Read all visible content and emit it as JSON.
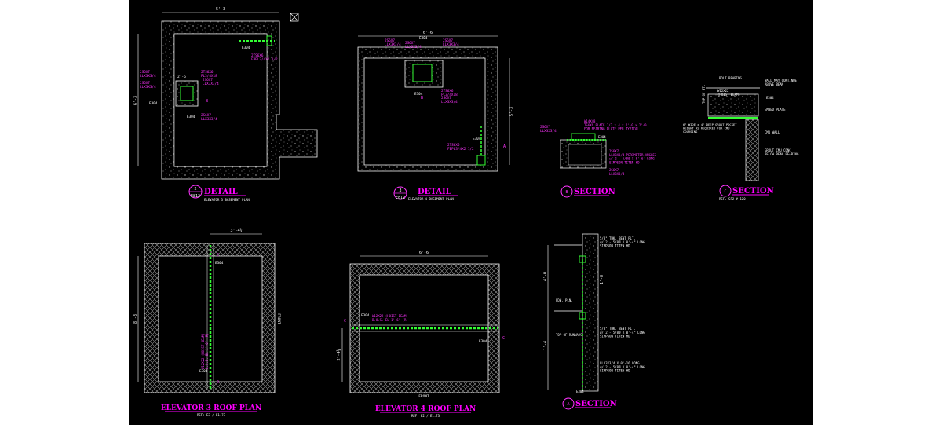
{
  "colors": {
    "background": "#000000",
    "wall": "#9a9a9a",
    "outline": "#ffffff",
    "title": "#ff00ff",
    "callout": "#ff33ff",
    "steel": "#33ff33",
    "note": "#ffffff"
  },
  "details": {
    "d2": {
      "number": "2",
      "sheet": "E812",
      "title": "DETAIL",
      "subtitle": "ELEVATOR 3 BASEMENT PLAN",
      "dim_top": "5'-3",
      "dim_left": "6'-3",
      "dim_inner": "2'-6",
      "callouts": {
        "a": "2S6X7\nLLX3X3/4",
        "b": "2S6X7\nLLX3X3/4",
        "c": "2TS6X6\nPL3/4X18",
        "d": "2S6X7\nLLX3X3/4",
        "e": "2S6X7\nLLX3X3/4",
        "f": "2TS6X6\nFBPL3/4X2 1/2",
        "mark_a": "E304",
        "mark_b": "E304",
        "mark_c": "E304",
        "sec_b": "B"
      }
    },
    "d3": {
      "number": "3",
      "sheet": "E812",
      "title": "DETAIL",
      "subtitle": "ELEVATOR 4 BASEMENT PLAN",
      "dim_top": "6'-6",
      "dim_right": "5'-3",
      "callouts": {
        "a": "2S6X7\nLLX3X3/4",
        "b": "2S6X7\nLLX3X3/4",
        "c": "2S6X7\nLLX3X3/4",
        "d": "2TS6X6\nPL3/4X18",
        "e": "2S6X7\nLLX3X3/4",
        "f": "2TS6X6\nFBPL3/4X2 1/2",
        "mark_a": "E304",
        "mark_b": "E304",
        "mark_c": "E304",
        "sec_a": "A",
        "sec_b": "B"
      }
    },
    "sb": {
      "letter": "B",
      "title": "SECTION",
      "label_top": "W14X48\nTS6X6 PLATE 1/2 x 4 x 2'-0 x 2'-0\nFOR BEARING PLATE PER TYPICAL",
      "label_left": "2S6X7\nLLX3X3/4",
      "label_bottom": "2S6X7\nLLX3X3/4 PERIMETER ANGLES\nw/ 2 - 5/8Ø X 0'-6\" LONG\nSIMPSON TITEN HD",
      "label_bottom2": "2S6X7\nLLX3X3/4",
      "mark": "E304"
    },
    "sc": {
      "letter": "C",
      "title": "SECTION",
      "subtitle": "REF. SP2 # 120",
      "label_a": "BOLT BEARING",
      "label_b": "W12X22\n(HOIST BEAM)",
      "label_c": "WALL MAY CONTINUE\nABOVE BEAM",
      "label_d": "EMBED PLATE",
      "label_e": "6\" WIDE x 4\" DEEP GROUT POCKET\nHEIGHT AS REQUIRED FOR CMU\nCOURSING",
      "label_f": "CMU WALL",
      "label_g": "GROUT CMU CONC\nBELOW BEAM BEARING",
      "label_h": "TOP OF STL",
      "mark": "E304"
    },
    "r3": {
      "title": "ELEVATOR 3 ROOF PLAN",
      "subtitle": "REF: E3 / E1.73",
      "dim_top": "3'-4¾",
      "dim_left": "8'-3",
      "front": "FRONT",
      "beam": "W12X22 (HOIST BEAM)\nB.O.S. EL 1'-6\" (R)",
      "mark_a": "E304",
      "mark_b": "E304",
      "sec_top": "C",
      "sec_bot": "D"
    },
    "r4": {
      "title": "ELEVATOR 4 ROOF PLAN",
      "subtitle": "REF: E2 / E1.73",
      "dim_top": "6'-6",
      "dim_left": "2'-4¾",
      "front": "FRONT",
      "beam": "W12X22 (HOIST BEAM)\nB.O.S. EL 1'-6\" (R)",
      "mark_a": "E304",
      "mark_b": "E304",
      "sec_left": "C",
      "sec_right": "C"
    },
    "sa": {
      "letter": "A",
      "title": "SECTION",
      "dim_a": "4'-0",
      "dim_b": "1'-8",
      "dim_c": "1'-4",
      "label_a": "5/8\" THK. BENT PLT.\nw/ 2 - 5/8Ø X 0'-4\" LONG\nSIMPSON TITEN HD",
      "label_b": "FDN. PLN.",
      "label_c": "5/8\" THK. BENT PLT.\nw/ 2 - 5/8Ø X 0'-4\" LONG\nSIMPSON TITEN HD",
      "label_d": "LLX3X3/4 X 0'-16 LONG\nw/ 2 - 5/8Ø X 0'-4\" LONG\nSIMPSON TITEN HD",
      "label_e": "TOP OF RUNWAYS",
      "label_f": "E304"
    }
  }
}
